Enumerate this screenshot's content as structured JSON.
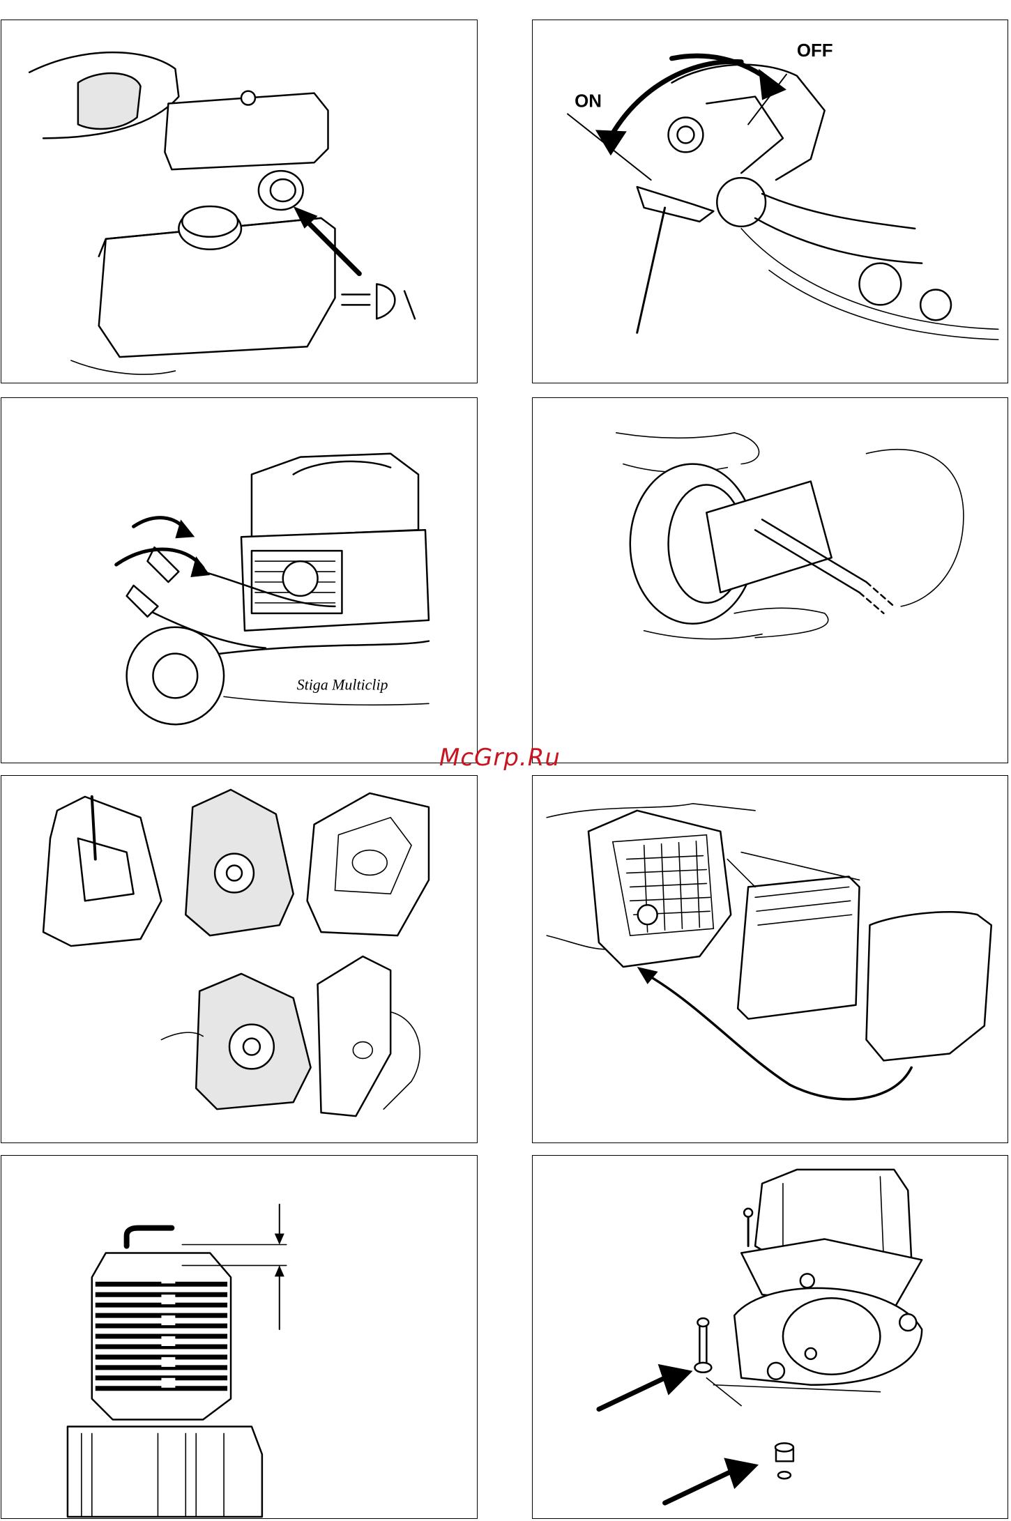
{
  "panels": {
    "fuel_switch": {
      "on_label": "ON",
      "off_label": "OFF"
    },
    "mower": {
      "brand_label": "Stiga Multiclip"
    }
  },
  "watermark": {
    "text": "McGrp.Ru",
    "color": "#c8141e"
  }
}
